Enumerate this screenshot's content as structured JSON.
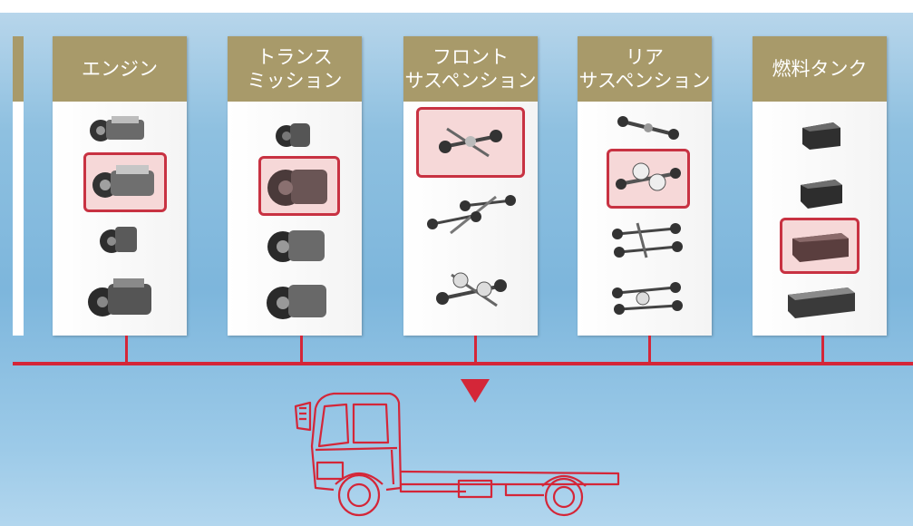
{
  "colors": {
    "header_bg": "#a89a6a",
    "accent_red": "#d42638",
    "selection_border": "#c83242",
    "selection_fill": "#f6d8d8",
    "background_blue": "#8ec0e0"
  },
  "components": [
    {
      "id": "engine",
      "label_lines": [
        "エンジン"
      ],
      "variants": 4,
      "selected_index": 1,
      "icon": "engine-icon"
    },
    {
      "id": "transmission",
      "label_lines": [
        "トランス",
        "ミッション"
      ],
      "variants": 4,
      "selected_index": 1,
      "icon": "transmission-icon"
    },
    {
      "id": "front-suspension",
      "label_lines": [
        "フロント",
        "サスペンション"
      ],
      "variants": 3,
      "selected_index": 0,
      "icon": "front-suspension-icon"
    },
    {
      "id": "rear-suspension",
      "label_lines": [
        "リア",
        "サスペンション"
      ],
      "variants": 4,
      "selected_index": 1,
      "icon": "rear-suspension-icon"
    },
    {
      "id": "fuel-tank",
      "label_lines": [
        "燃料タンク"
      ],
      "variants": 4,
      "selected_index": 2,
      "icon": "fuel-tank-icon"
    }
  ],
  "arrow_icon": "down-triangle-icon",
  "vehicle_icon": "truck-outline-icon"
}
